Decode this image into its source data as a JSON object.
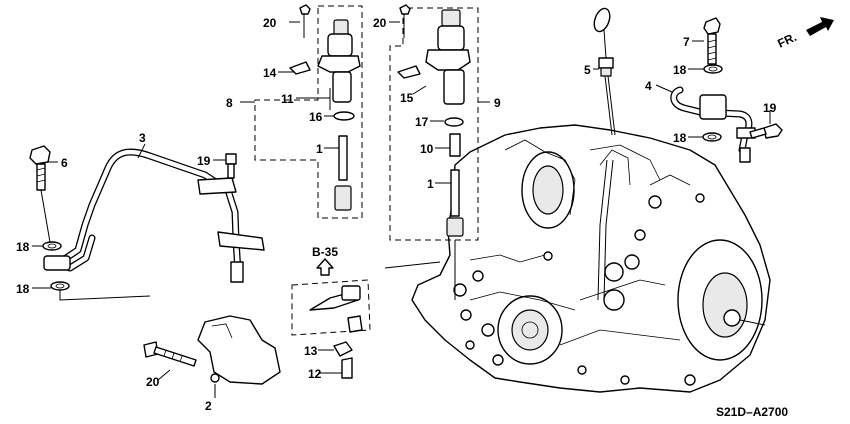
{
  "diagram": {
    "callouts": [
      "20",
      "14",
      "8",
      "11",
      "16",
      "1",
      "20",
      "15",
      "9",
      "17",
      "10",
      "1",
      "5",
      "7",
      "18",
      "4",
      "18",
      "19",
      "3",
      "6",
      "19",
      "18",
      "18",
      "20",
      "2",
      "13",
      "12"
    ],
    "reference": "B-35",
    "direction": "FR.",
    "code": "S21D–A2700"
  }
}
